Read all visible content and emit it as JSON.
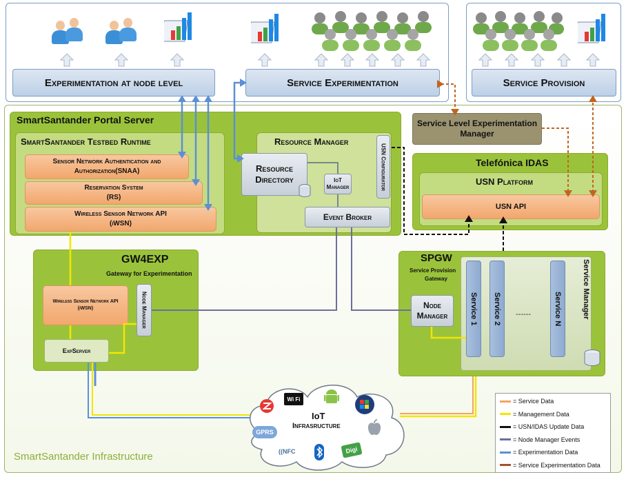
{
  "top": {
    "node_level": "Experimentation at node level",
    "service_experimentation": "Service Experimentation",
    "service_provision": "Service Provision"
  },
  "portal": {
    "title": "SmartSantander Portal Server",
    "runtime_title": "SmartSantander Testbed Runtime",
    "snaa": "Sensor Network Authentication and Authorization(SNAA)",
    "rs_line1": "Reservation System",
    "rs_line2": "(RS)",
    "iwsn_line1": "Wireless Sensor Network API",
    "iwsn_line2": "(iWSN)",
    "resource_manager": "Resource Manager",
    "resource_directory_line1": "Resource",
    "resource_directory_line2": "Directory",
    "iot_manager_line1": "IoT",
    "iot_manager_line2": "Manager",
    "usn_configurator": "USN Configurator",
    "event_broker": "Event Broker"
  },
  "slem": {
    "line1": "Service Level Experimentation",
    "line2": "Manager"
  },
  "idas": {
    "title": "Telefónica IDAS",
    "platform": "USN Platform",
    "api": "USN API"
  },
  "gw4exp": {
    "title": "GW4EXP",
    "subtitle": "Gateway for Experimentation",
    "iwsn_line1": "Wireless Sensor Network API",
    "iwsn_line2": "(iWSN)",
    "node_manager": "Node Manager",
    "expserver": "ExpServer"
  },
  "spgw": {
    "title": "SPGW",
    "subtitle_line1": "Service Provision",
    "subtitle_line2": "Gateway",
    "node_manager_line1": "Node",
    "node_manager_line2": "Manager",
    "service1": "Service 1",
    "service2": "Service 2",
    "dots": "------",
    "serviceN": "Service N",
    "service_manager": "Service Manager"
  },
  "iot": {
    "line1": "IoT",
    "line2": "Infrasructure",
    "wifi": "Wi Fi",
    "gprs": "GPRS",
    "nfc": "((NFC",
    "digi": "Digi"
  },
  "infra_label": "SmartSantander Infrastructure",
  "legend": [
    {
      "label": "= Service Data",
      "color": "#f4a460"
    },
    {
      "label": "= Management Data",
      "color": "#f2e600"
    },
    {
      "label": "= USN/IDAS Update Data",
      "color": "#111111"
    },
    {
      "label": "= Node Manager Events",
      "color": "#6c6f9c"
    },
    {
      "label": "= Experimentation Data",
      "color": "#5b8fd6"
    },
    {
      "label": "= Service Experimentation Data",
      "color": "#a0522d"
    }
  ]
}
